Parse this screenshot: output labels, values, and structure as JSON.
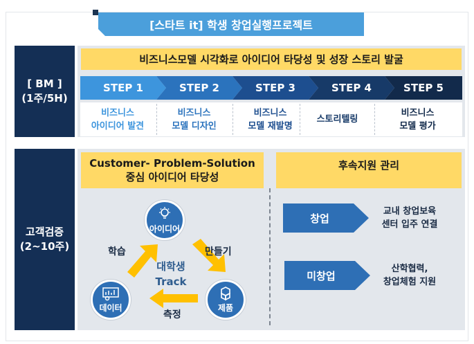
{
  "title": "[스타트 it] 학생 창업실행프로젝트",
  "bm": {
    "label_line1": "[ BM ]",
    "label_line2": "(1주/5H)",
    "headline": "비즈니스모델 시각화로 아이디어 타당성 및 성장 스토리 발굴",
    "steps": [
      {
        "label": "STEP 1",
        "desc_line1": "비즈니스",
        "desc_line2": "아이디어 발견"
      },
      {
        "label": "STEP 2",
        "desc_line1": "비즈니스",
        "desc_line2": "모델 디자인"
      },
      {
        "label": "STEP 3",
        "desc_line1": "비즈니스",
        "desc_line2": "모델 재발명"
      },
      {
        "label": "STEP 4",
        "desc_line1": "스토리텔링",
        "desc_line2": ""
      },
      {
        "label": "STEP 5",
        "desc_line1": "비즈니스",
        "desc_line2": "모델 평가"
      }
    ],
    "colors": {
      "step1": "#3d95dd",
      "step2": "#2b73bd",
      "step3": "#1d4e8f",
      "step4": "#173a68",
      "step5": "#122a4b",
      "step1_text": "#3d95dd",
      "step2_text": "#2b73bd",
      "step3_text": "#1d4e8f",
      "step4_text": "#173a68",
      "step5_text": "#122a4b"
    }
  },
  "validation": {
    "label_line1": "고객검증",
    "label_line2": "(2~10주)",
    "left_headline_line1": "Customer- Problem-Solution",
    "left_headline_line2": "중심 아이디어 타당성",
    "cycle": {
      "top": {
        "label": "아이디어",
        "icon": "lightbulb-icon"
      },
      "right": {
        "label": "제품",
        "icon": "boxes-icon"
      },
      "left": {
        "label": "데이터",
        "icon": "data-analysis-icon"
      },
      "arrow_top_right": "만들기",
      "arrow_bottom": "측정",
      "arrow_left": "학습",
      "center_line1": "대학생",
      "center_line2": "Track"
    },
    "right_headline": "후속지원 관리",
    "support": [
      {
        "tag": "창업",
        "desc_line1": "교내 창업보육",
        "desc_line2": "센터 입주 연결"
      },
      {
        "tag": "미창업",
        "desc_line1": "산학협력,",
        "desc_line2": "창업체험 지원"
      }
    ],
    "accent": "#2e6fb5",
    "arrow_color": "#ffc000"
  }
}
